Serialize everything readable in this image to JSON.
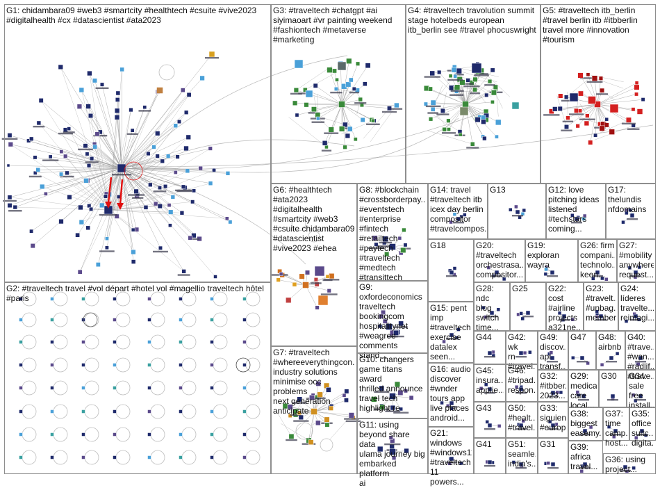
{
  "groups": [
    {
      "id": "G1",
      "label": "G1: chidambara09 #web3 #smartcity #healthtech #csuite #vive2023\n#digitalhealth #cx #datascientist #ata2023"
    },
    {
      "id": "G2",
      "label": "G2: #traveltech travel #vol départ #hotel vol #magellio traveltech hôtel\n#paris"
    },
    {
      "id": "G3",
      "label": "G3: #traveltech #chatgpt #ai\nsiyimaoart #vr painting weekend\n#fashiontech #metaverse\n#marketing"
    },
    {
      "id": "G4",
      "label": "G4: #traveltech travolution summit\nstage hotelbeds european\nitb_berlin see #travel phocuswright"
    },
    {
      "id": "G5",
      "label": "G5: #traveltech itb_berlin\n#travel berlin itb #itbberlin\ntravel more #innovation\n#tourism"
    },
    {
      "id": "G6",
      "label": "G6: #healthtech\n#ata2023 #digitalhealth\n#smartcity #web3\n#csuite chidambara09\n#datascientist\n#vive2023 #ehea"
    },
    {
      "id": "G8",
      "label": "G8: #blockchain\n#crossborderpay...\n#eventstech\n#enterprise\n#fintech\n#retailtech\n#paytech\n#traveltech\n#medtech\n#transittech"
    },
    {
      "id": "G14",
      "label": "G14: travel\n#traveltech itb\nicex day berlin\ncompositor\n#travelcompos..."
    },
    {
      "id": "G13",
      "label": "G13"
    },
    {
      "id": "G12",
      "label": "G12: love\npitching ideas\nlistened\n#techstars\ncoming..."
    },
    {
      "id": "G17",
      "label": "G17:\nthelundis\nnfdomains"
    },
    {
      "id": "G18",
      "label": "G18"
    },
    {
      "id": "G20",
      "label": "G20:\n#traveltech\norchestrasa...\ncompositor..."
    },
    {
      "id": "G19",
      "label": "G19:\nexploran\nwayra"
    },
    {
      "id": "G26",
      "label": "G26: firm\ncompani...\ntechnolo...\nkeen..."
    },
    {
      "id": "G27",
      "label": "G27:\n#mobility\nanywhere\nrequest..."
    },
    {
      "id": "G9",
      "label": "G9:\noxfordeconomics\ntraveltech\nbookingcom\nhospitalitynet\n#weagree\ncomments stand..."
    },
    {
      "id": "G15",
      "label": "G15: pent\nimp\n#traveltech\nexercise\ndatalex\nseen..."
    },
    {
      "id": "G28",
      "label": "G28: ndc\nblog\nswitch\ntime..."
    },
    {
      "id": "G25",
      "label": "G25"
    },
    {
      "id": "G22",
      "label": "G22: cost\n#airline\nprojects\na321ne..."
    },
    {
      "id": "G23",
      "label": "G23:\n#travelt...\n#unbag...\nmember..."
    },
    {
      "id": "G24",
      "label": "G24:\nlíderes\ntravelte...\nreimagi..."
    },
    {
      "id": "G7",
      "label": "G7: #traveltech\n#whereeverythingcon...\nindustry solutions\nminimise occ problems\nnext generation\nanticipate"
    },
    {
      "id": "G44",
      "label": "G44"
    },
    {
      "id": "G42",
      "label": "G42: wk\nrn\n#travel..."
    },
    {
      "id": "G49",
      "label": "G49:\ndiscov...\napi\ntransf..."
    },
    {
      "id": "G47",
      "label": "G47"
    },
    {
      "id": "G48",
      "label": "G48:\nairbnb"
    },
    {
      "id": "G40",
      "label": "G40:\n#trave...\n#wan...\n#radlif...\n#trave..."
    },
    {
      "id": "G10",
      "label": "G10: changers\ngame titans award\nthrilled announce\ntravel tech\nhighlight re"
    },
    {
      "id": "G16",
      "label": "G16: audio\ndiscover\n#wnder\ntours app\nlive places\nandroid..."
    },
    {
      "id": "G45",
      "label": "G45:\ninsura...\napplie..."
    },
    {
      "id": "G46",
      "label": "G46:\n#tripad...\nrespon..."
    },
    {
      "id": "G32",
      "label": "G32:\n#itbber...\n2023..."
    },
    {
      "id": "G29",
      "label": "G29:\nmedical\ncare\nlocal..."
    },
    {
      "id": "G30",
      "label": "G30"
    },
    {
      "id": "G34",
      "label": "G34:\nsale\nfree\ninstall..."
    },
    {
      "id": "G43",
      "label": "G43"
    },
    {
      "id": "G50",
      "label": "G50:\n#healt...\n#travel..."
    },
    {
      "id": "G33",
      "label": "G33:\nsiguien...\n#europ..."
    },
    {
      "id": "G38",
      "label": "G38:\nbiggest\neasemy..."
    },
    {
      "id": "G37",
      "label": "G37:\ntime\ncamp...\nhost..."
    },
    {
      "id": "G35",
      "label": "G35:\noffice\nsuitc...\ndigita..."
    },
    {
      "id": "G11",
      "label": "G11: using\nbeyond share data\nulama journey big\nembarked platform\nai"
    },
    {
      "id": "G21",
      "label": "G21:\nwindows\n#windows11\n#traveltech\n11 powers..."
    },
    {
      "id": "G41",
      "label": "G41"
    },
    {
      "id": "G51",
      "label": "G51:\nseamle...\nindia's..."
    },
    {
      "id": "G31",
      "label": "G31"
    },
    {
      "id": "G39",
      "label": "G39:\nafrica\ntravel..."
    },
    {
      "id": "G36",
      "label": "G36: using\nproject..."
    }
  ],
  "colors": {
    "border": "#8e8e8e",
    "edge": "#9a9a9a",
    "node_navy": "#1f2a6b",
    "node_purple": "#5b4a8b",
    "node_green": "#3a8a3a",
    "node_red": "#d42020",
    "node_blue_light": "#4aa0d8",
    "node_teal": "#3aa0a0",
    "arrow_red": "#e01010",
    "hub_ring": "#e02020"
  }
}
